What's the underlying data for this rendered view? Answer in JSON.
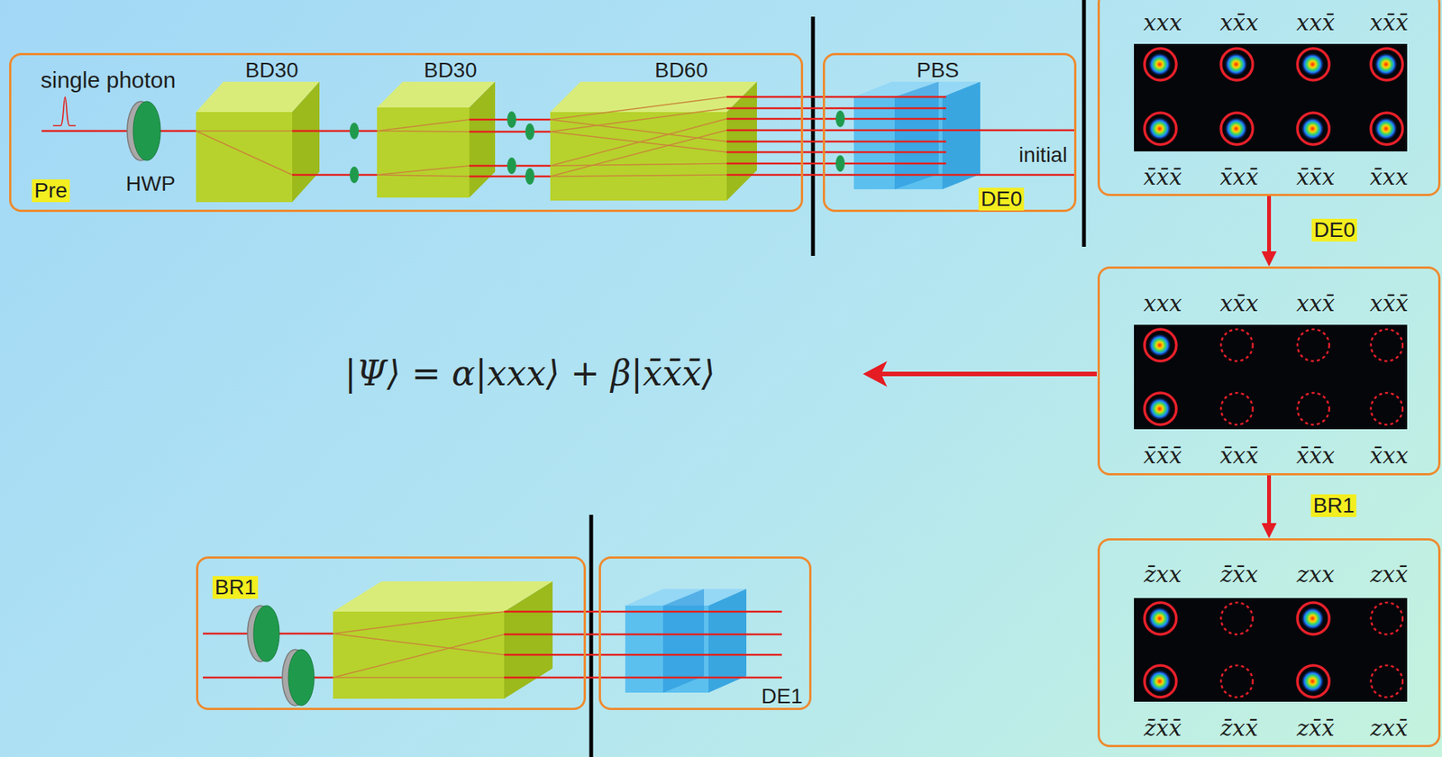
{
  "diagram": {
    "nodes": [
      {
        "text": [
          "single photon",
          "BD30",
          "BD30",
          "BD60",
          "HWP",
          "Pre"
        ]
      },
      {
        "text": [
          "PBS",
          "initial",
          "DE0"
        ]
      },
      {
        "text": [
          "xxx",
          "xx̄x",
          "xxx̄",
          "xx̄x̄",
          "x̄x̄x̄",
          "x̄xx̄",
          "x̄x̄x",
          "x̄xx"
        ]
      },
      {
        "text": [
          "xxx",
          "xx̄x",
          "xxx̄",
          "xx̄x̄",
          "x̄x̄x̄",
          "x̄xx̄",
          "x̄x̄x",
          "x̄xx"
        ]
      },
      {
        "text": [
          "BR1"
        ]
      },
      {
        "text": [
          "DE1"
        ]
      },
      {
        "text": [
          "z̄xx",
          "z̄x̄x",
          "zxx",
          "zxx̄",
          "z̄x̄x̄",
          "z̄xx̄",
          "zx̄x̄",
          "zxx̄"
        ]
      }
    ],
    "edges": [
      {
        "from": 2,
        "to": 3,
        "arrow": "to",
        "label": "DE0"
      },
      {
        "from": 3,
        "to": 6,
        "arrow": "to",
        "label": "BR1"
      }
    ],
    "labels": [
      "|Ψ⟩ = α|xxx⟩ + β|x̄x̄x̄⟩"
    ]
  }
}
